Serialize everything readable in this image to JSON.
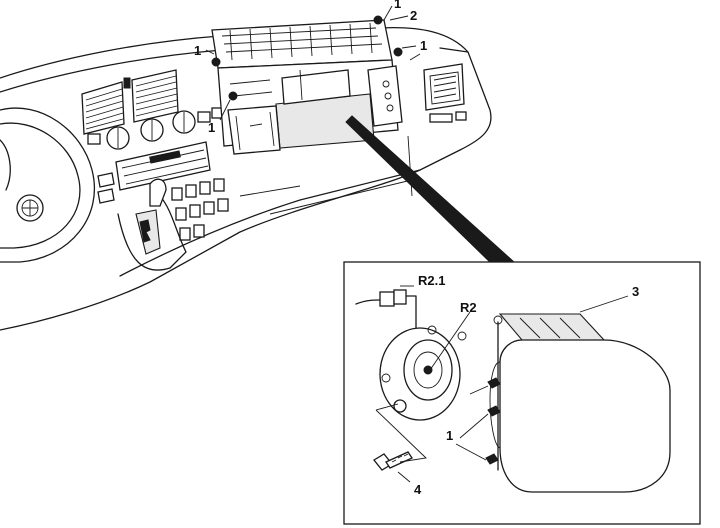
{
  "callouts": {
    "top_right_1": "1",
    "top_2": "2",
    "left_1": "1",
    "right_1": "1",
    "lower_left_1": "1",
    "inset_r21": "R2.1",
    "inset_r2": "R2",
    "inset_3": "3",
    "inset_1": "1",
    "inset_4": "4"
  },
  "colors": {
    "ink": "#1a1a1a",
    "paper": "#ffffff"
  }
}
